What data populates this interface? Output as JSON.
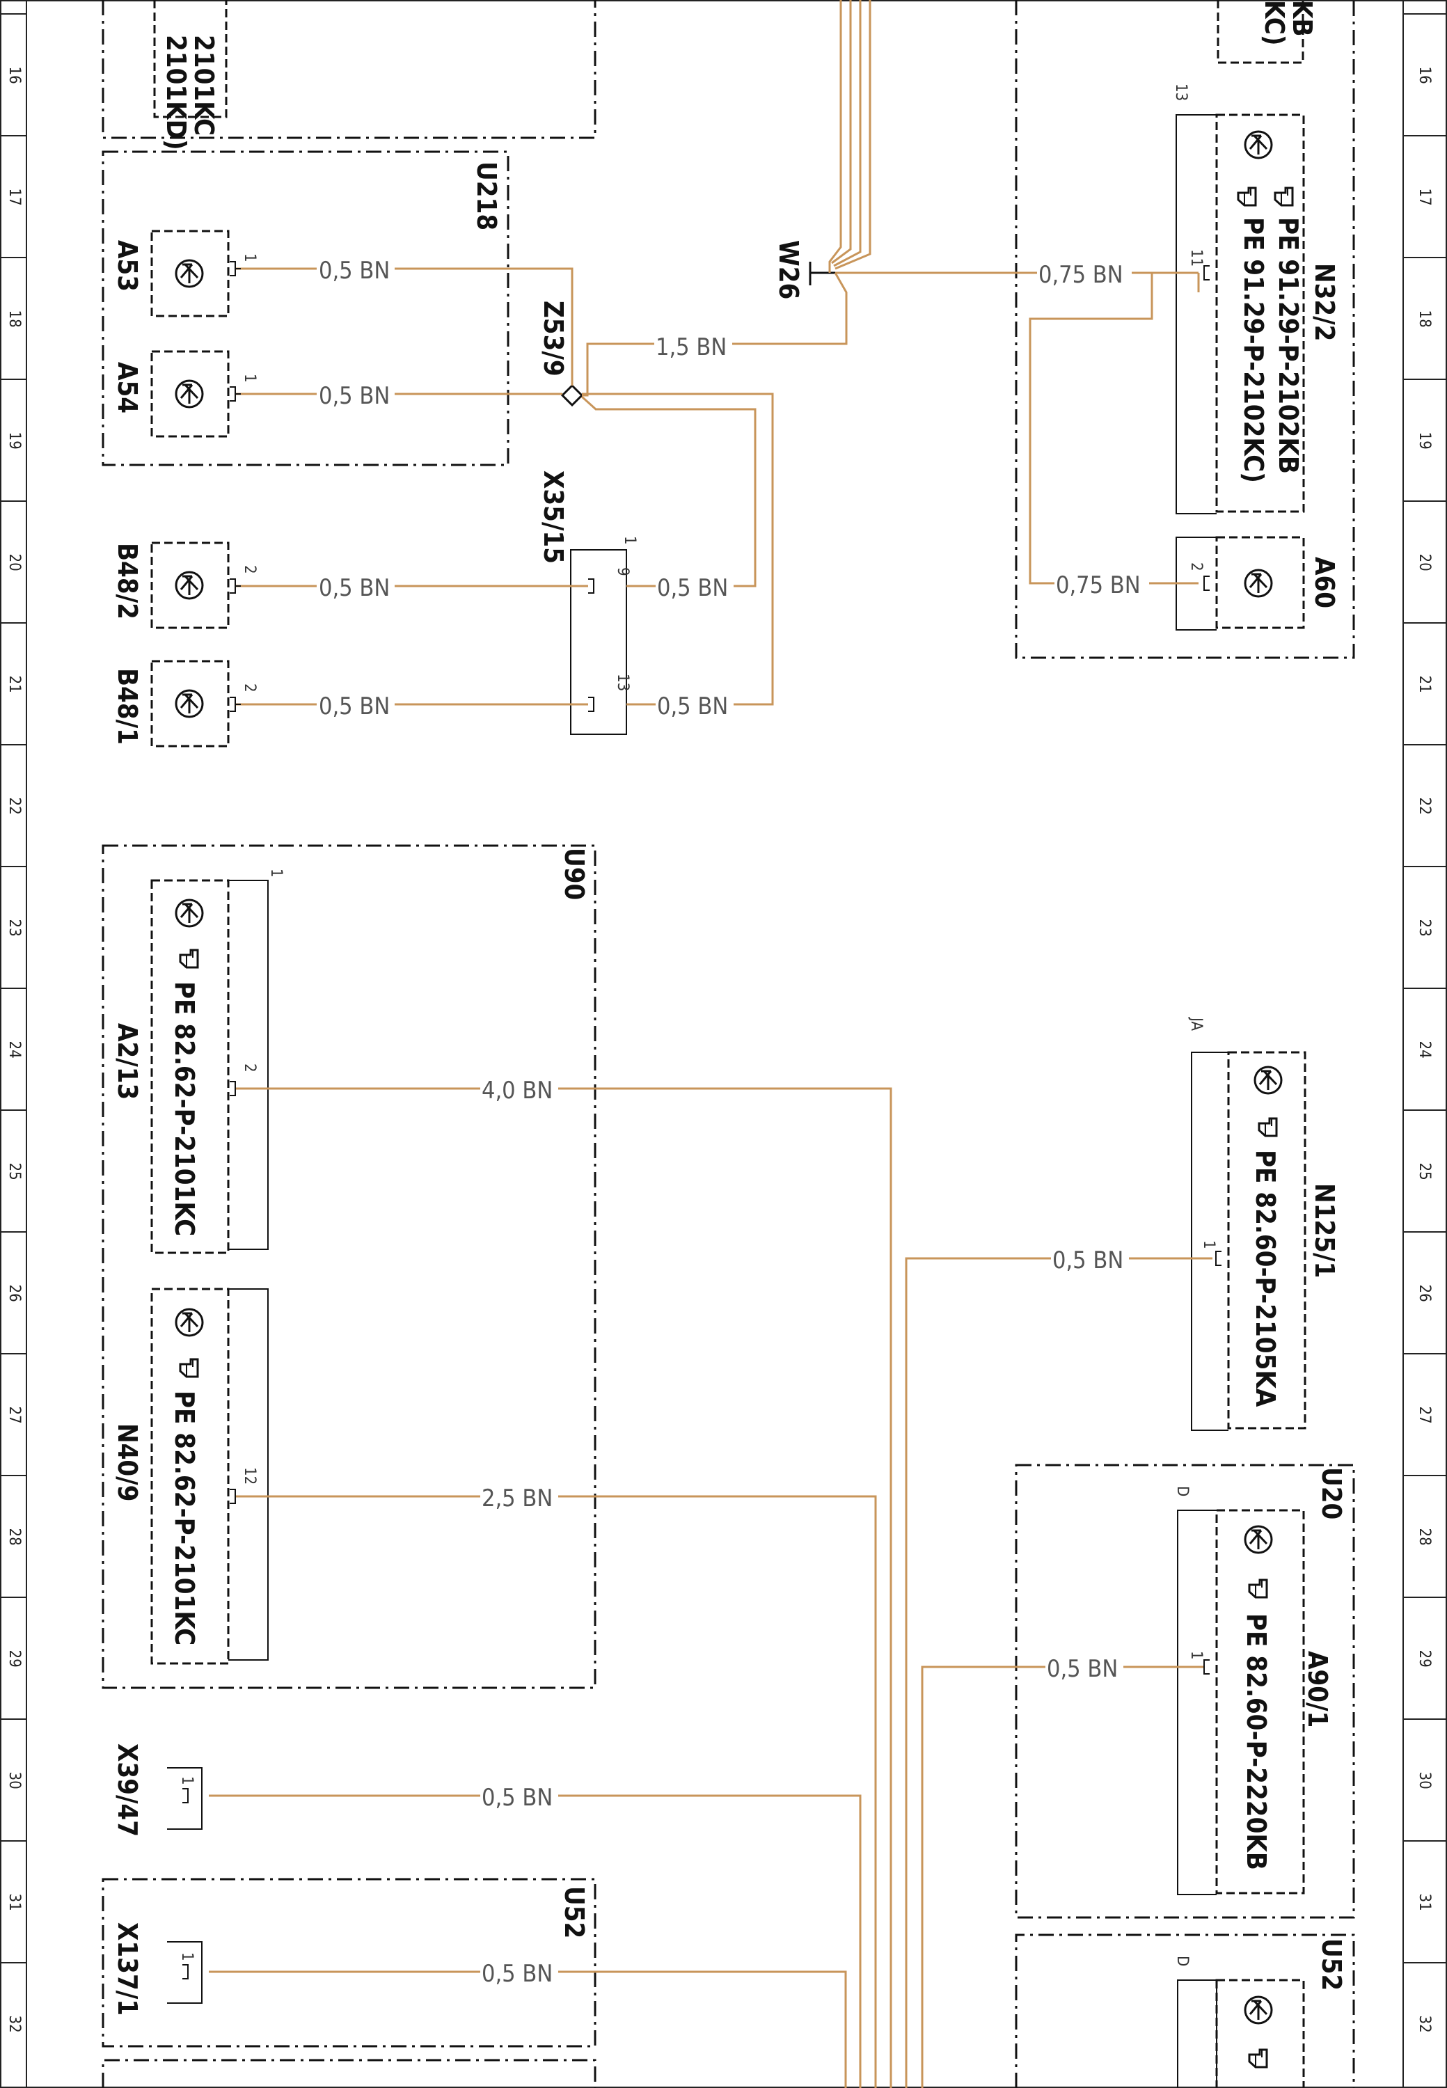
{
  "rows": [
    "16",
    "17",
    "18",
    "19",
    "20",
    "21",
    "22",
    "23",
    "24",
    "25",
    "26",
    "27",
    "28",
    "29",
    "30",
    "31",
    "32"
  ],
  "components": {
    "top_left_a": "2101KC",
    "top_left_b": "2101KD)",
    "top_right_a": "KB",
    "top_right_b": "KC)",
    "u218": "U218",
    "a53": "A53",
    "a54": "A54",
    "z53_9": "Z53/9",
    "x35_15": "X35/15",
    "b48_2": "B48/2",
    "b48_1": "B48/1",
    "w26": "W26",
    "n32_2": "N32/2",
    "n32_2_pe1": "PE 91.29-P-2102KB",
    "n32_2_pe2": "PE 91.29-P-2102KC)",
    "a60": "A60",
    "u90": "U90",
    "a2_13": "A2/13",
    "a2_13_pe": "PE 82.62-P-2101KC",
    "n40_9": "N40/9",
    "n40_9_pe": "PE 82.62-P-2101KC",
    "n125_1": "N125/1",
    "n125_1_pe": "PE 82.60-P-2105KA",
    "u20": "U20",
    "a90_1": "A90/1",
    "a90_1_pe": "PE 82.60-P-2220KB",
    "x39_47": "X39/47",
    "u52_left": "U52",
    "x137_1": "X137/1",
    "u52_right": "U52"
  },
  "markers": {
    "n32_2_variant": "13",
    "n125_1_variant": "JA",
    "a90_1_variant": "D",
    "u52_right_variant": "D",
    "x35_15_variant": "1",
    "a2_13_variant": "1"
  },
  "pins": {
    "a53": "1",
    "a54": "1",
    "b48_2": "2",
    "b48_1": "2",
    "x35_15_a": "9",
    "x35_15_b": "13",
    "n32_2": "11",
    "a60": "2",
    "a2_13": "2",
    "n40_9": "12",
    "n125_1": "1",
    "a90_1": "1",
    "x39_47": "1",
    "x137_1": "1"
  },
  "wires": {
    "a53": "0,5 BN",
    "a54": "0,5 BN",
    "z53": "1,5 BN",
    "b48_2": "0,5 BN",
    "b48_1": "0,5 BN",
    "x35_a": "0,5 BN",
    "x35_b": "0,5 BN",
    "n32_2": "0,75 BN",
    "a60": "0,75 BN",
    "a2_13": "4,0 BN",
    "n40_9": "2,5 BN",
    "n125_1": "0,5 BN",
    "a90_1": "0,5 BN",
    "x39_47": "0,5 BN",
    "x137_1": "0,5 BN"
  },
  "colors": {
    "wire": "#c8955a",
    "ink": "#111111"
  },
  "icons": [
    "ground-icon",
    "hand-pointer-icon",
    "strain-relief-icon"
  ]
}
